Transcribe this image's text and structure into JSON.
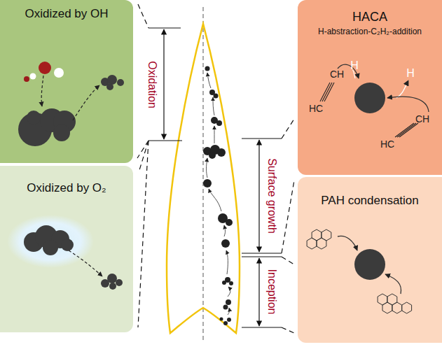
{
  "diagram": {
    "nodes": [
      {
        "text": [
          "Oxidized by OH"
        ]
      },
      {
        "text": [
          "Oxidized by O₂"
        ]
      },
      {
        "text": [
          "HACA",
          "H-abstraction-C₂H₂-addition"
        ]
      },
      {
        "text": [
          "PAH condensation"
        ]
      }
    ],
    "labels": [
      "Oxidation",
      "Surface growth",
      "Inception",
      "HC",
      "CH",
      "H",
      "H",
      "HC",
      "CH"
    ]
  }
}
